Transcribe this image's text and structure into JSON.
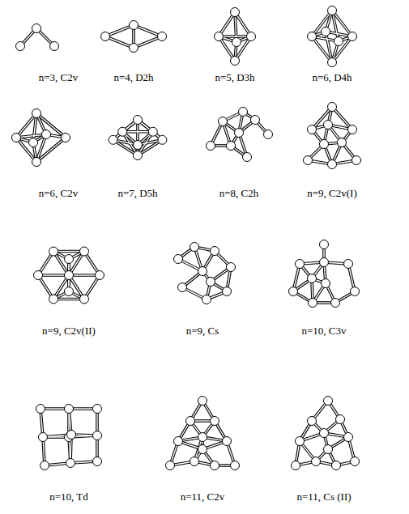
{
  "diagram": {
    "labels": [
      "n=3, C2v",
      "n=4, D2h",
      "n=5, D3h",
      "n=6, D4h",
      "n=6, C2v",
      "n=7, D5h",
      "n=8, C2h",
      "n=9, C2v(I)",
      "n=9, C2v(II)",
      "n=9, Cs",
      "n=10, C3v",
      "n=10, Td",
      "n=11, C2v",
      "n=11, Cs (II)"
    ]
  }
}
